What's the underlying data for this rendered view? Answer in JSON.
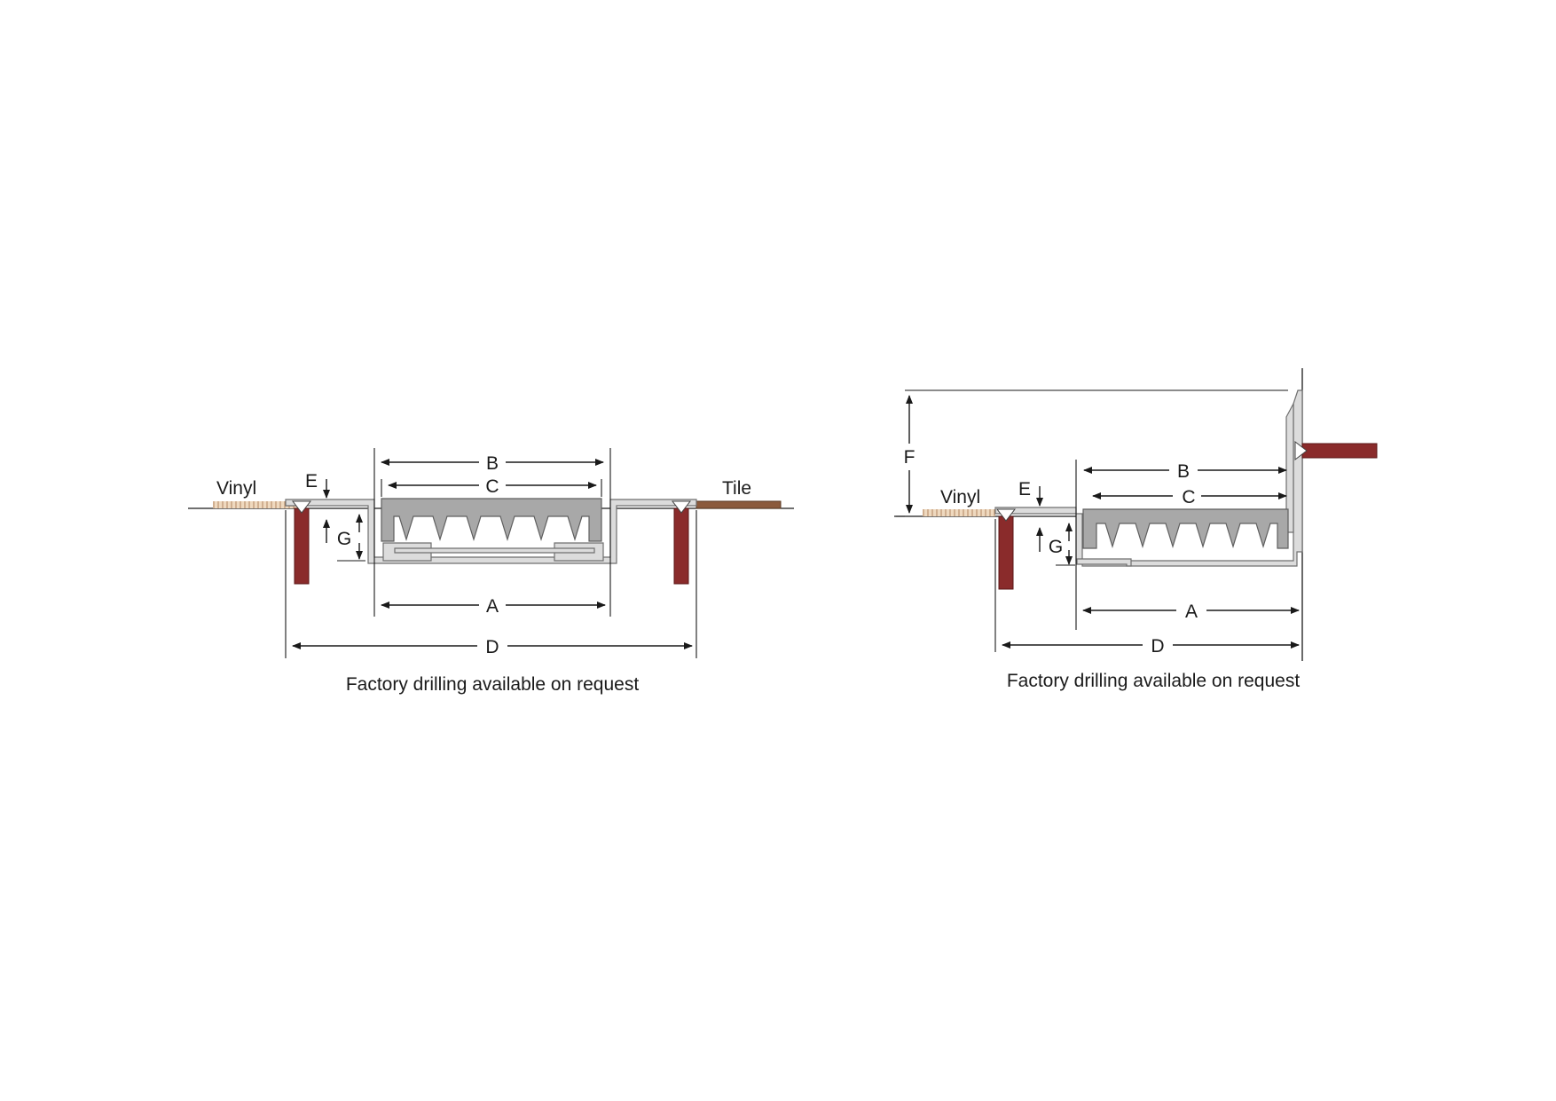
{
  "left_diagram": {
    "floor_left_label": "Vinyl",
    "floor_right_label": "Tile",
    "dim_labels": {
      "A": "A",
      "B": "B",
      "C": "C",
      "D": "D",
      "E": "E",
      "G": "G"
    },
    "caption": "Factory drilling available on request"
  },
  "right_diagram": {
    "floor_left_label": "Vinyl",
    "dim_labels": {
      "A": "A",
      "B": "B",
      "C": "C",
      "D": "D",
      "E": "E",
      "F": "F",
      "G": "G"
    },
    "caption": "Factory drilling available on request"
  },
  "colors": {
    "aluminium": "#dcdcdc",
    "rubber_insert": "#a8a8a8",
    "anchor": "#8a2b2b",
    "vinyl": "#e8c9a6",
    "tile": "#8b5a3c"
  }
}
